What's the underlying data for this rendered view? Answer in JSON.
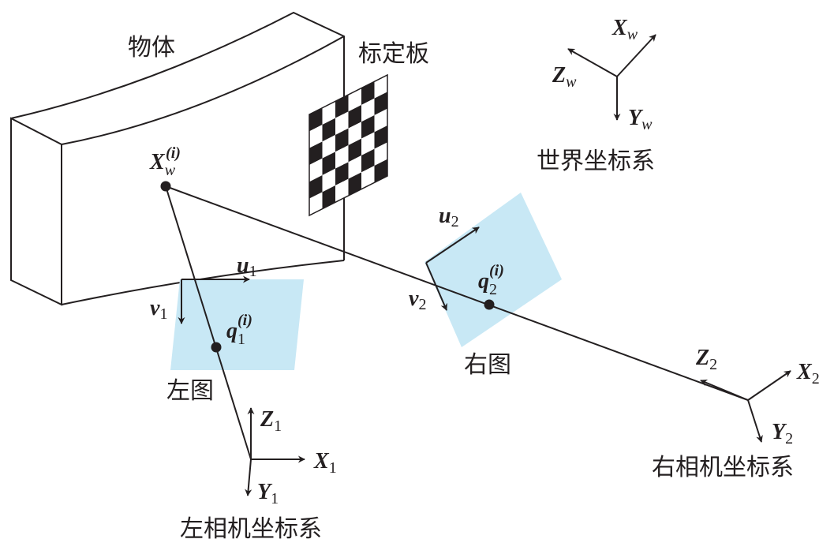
{
  "labels": {
    "object": "物体",
    "calibration_board": "标定板",
    "world_frame": "世界坐标系",
    "left_image": "左图",
    "right_image": "右图",
    "left_camera_frame": "左相机坐标系",
    "right_camera_frame": "右相机坐标系"
  },
  "symbols": {
    "world_point": {
      "base": "X",
      "sub": "w",
      "sup": "(i)"
    },
    "q1": {
      "base": "q",
      "sub": "1",
      "sup": "(i)"
    },
    "q2": {
      "base": "q",
      "sub": "2",
      "sup": "(i)"
    },
    "u1": {
      "base": "u",
      "sub": "1"
    },
    "v1": {
      "base": "v",
      "sub": "1"
    },
    "u2": {
      "base": "u",
      "sub": "2"
    },
    "v2": {
      "base": "v",
      "sub": "2"
    },
    "Xw": {
      "base": "X",
      "sub": "w"
    },
    "Yw": {
      "base": "Y",
      "sub": "w"
    },
    "Zw": {
      "base": "Z",
      "sub": "w"
    },
    "X1": {
      "base": "X",
      "sub": "1"
    },
    "Y1": {
      "base": "Y",
      "sub": "1"
    },
    "Z1": {
      "base": "Z",
      "sub": "1"
    },
    "X2": {
      "base": "X",
      "sub": "2"
    },
    "Y2": {
      "base": "Y",
      "sub": "2"
    },
    "Z2": {
      "base": "Z",
      "sub": "2"
    }
  },
  "colors": {
    "ink": "#231f20",
    "image_plane": "#c8e8f5",
    "board_dark": "#231f20",
    "board_light": "#ffffff"
  }
}
